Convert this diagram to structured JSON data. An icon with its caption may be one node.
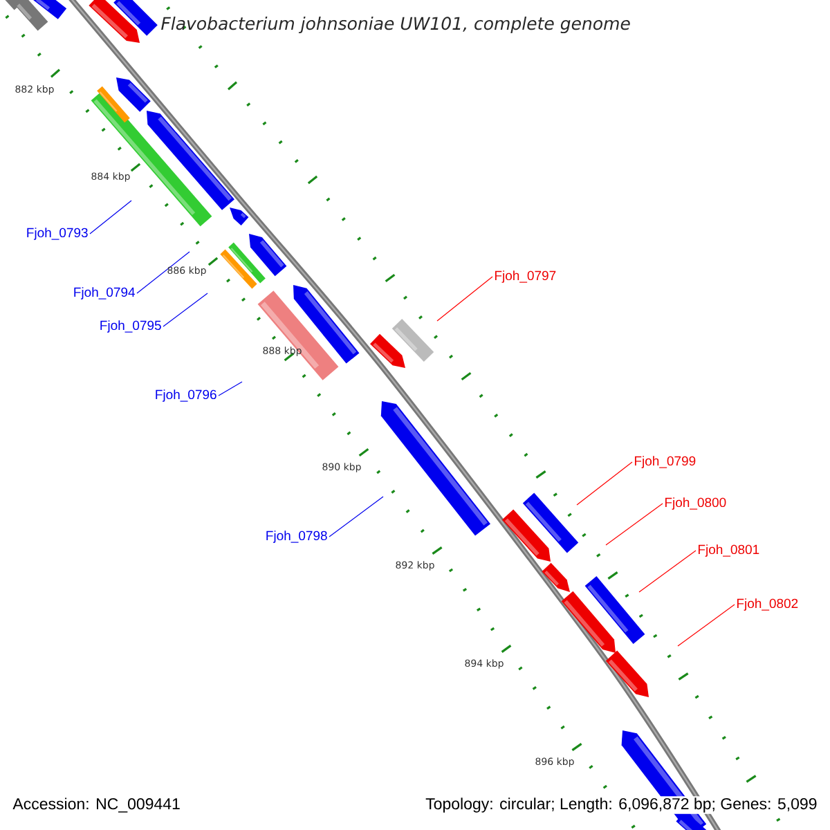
{
  "diagram": {
    "title": "Flavobacterium johnsoniae UW101, complete genome",
    "nodes": [
      {
        "text": [
          "Fjoh_0793"
        ]
      },
      {
        "text": [
          "Fjoh_0794"
        ]
      },
      {
        "text": [
          "Fjoh_0795"
        ]
      },
      {
        "text": [
          "Fjoh_0796"
        ]
      },
      {
        "text": [
          "Fjoh_0798"
        ]
      },
      {
        "text": [
          "Fjoh_0797"
        ]
      },
      {
        "text": [
          "Fjoh_0799"
        ]
      },
      {
        "text": [
          "Fjoh_0800"
        ]
      },
      {
        "text": [
          "Fjoh_0801"
        ]
      },
      {
        "text": [
          "Fjoh_0802"
        ]
      }
    ],
    "edges": [
      {
        "from": 0,
        "to": null,
        "arrow": "none"
      },
      {
        "from": 1,
        "to": null,
        "arrow": "none"
      },
      {
        "from": 2,
        "to": null,
        "arrow": "none"
      },
      {
        "from": 3,
        "to": null,
        "arrow": "none"
      },
      {
        "from": 4,
        "to": null,
        "arrow": "none"
      },
      {
        "from": 5,
        "to": null,
        "arrow": "none",
        "color": "#ff0000"
      },
      {
        "from": 6,
        "to": null,
        "arrow": "none",
        "color": "#ff0000"
      },
      {
        "from": 7,
        "to": null,
        "arrow": "none",
        "color": "#ff0000"
      },
      {
        "from": 8,
        "to": null,
        "arrow": "none",
        "color": "#ff0000"
      },
      {
        "from": 9,
        "to": null,
        "arrow": "none",
        "color": "#ff0000"
      }
    ],
    "labels": [
      "882 kbp",
      "884 kbp",
      "886 kbp",
      "888 kbp",
      "890 kbp",
      "892 kbp",
      "894 kbp",
      "896 kbp",
      "Accession: NC_009441",
      "Topology: circular; Length: 6,096,872 bp; Genes: 5,099"
    ]
  }
}
